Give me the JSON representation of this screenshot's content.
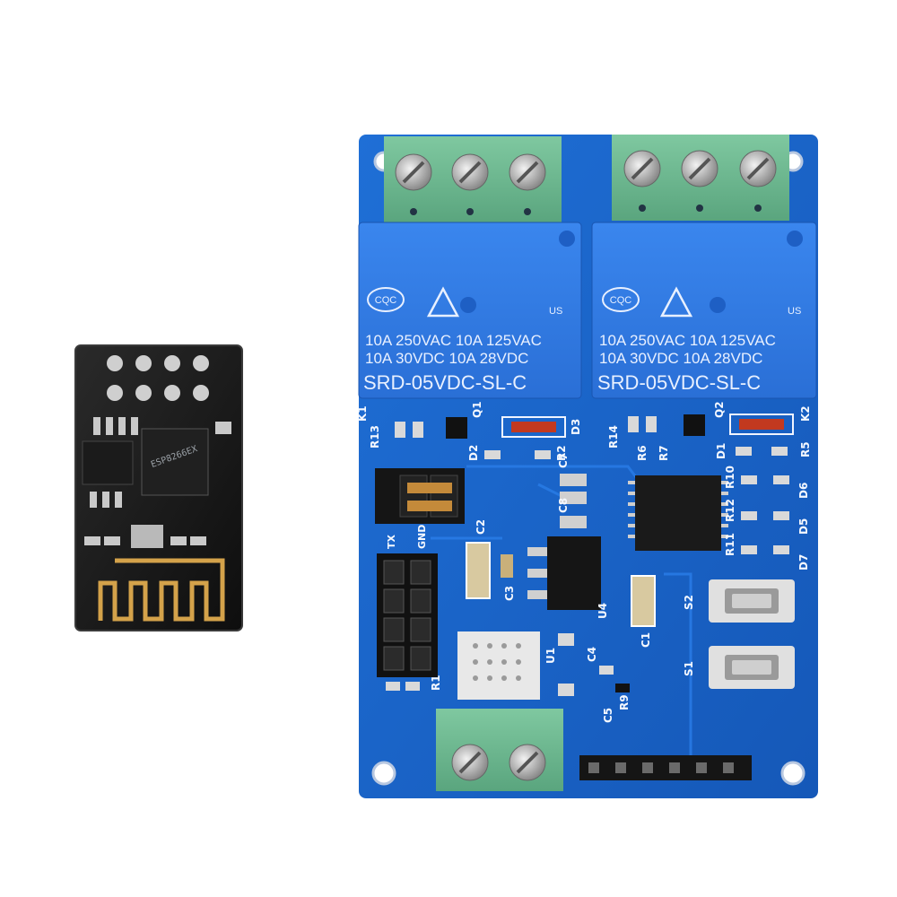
{
  "photo": {
    "relay_label": {
      "line1": "10A 250VAC 10A 125VAC",
      "line2": "10A  30VDC 10A  28VDC",
      "model": "SRD-05VDC-SL-C",
      "cert_mark": "CQC",
      "ul_mark": "US"
    },
    "silkscreen": {
      "d3": "D3",
      "d2": "D2",
      "r2": "R2",
      "r13": "R13",
      "k1": "K1",
      "q1": "Q1",
      "r14": "R14",
      "r6": "R6",
      "r7": "R7",
      "q2": "Q2",
      "d1": "D1",
      "k2": "K2",
      "r5": "R5",
      "r10": "R10",
      "r12": "R12",
      "r11": "R11",
      "d6": "D6",
      "d5": "D5",
      "d7": "D7",
      "c7": "C7",
      "c8": "C8",
      "c2": "C2",
      "c3": "C3",
      "c1": "C1",
      "c4": "C4",
      "c5": "C5",
      "r9": "R9",
      "u1": "U1",
      "u4": "U4",
      "r1": "R1",
      "s1": "S1",
      "s2": "S2",
      "tx": "TX",
      "gnd": "GND"
    },
    "esp_chip_text": "ESP8266EX"
  }
}
